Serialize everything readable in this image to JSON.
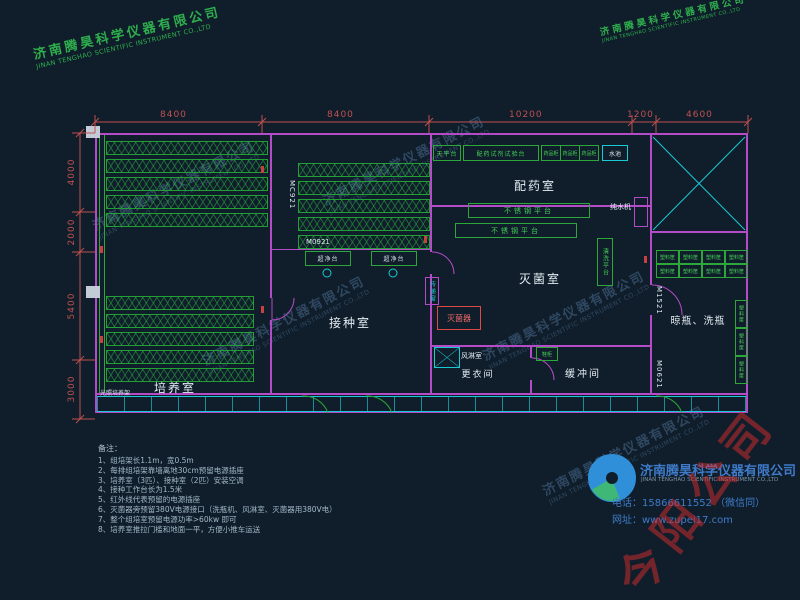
{
  "watermark": {
    "company_cn": "济南腾昊科学仪器有限公司",
    "company_en": "JINAN TENGHAO SCIENTIFIC INSTRUMENT CO.,LTD",
    "red_stamp": "今阳公司"
  },
  "dimensions": {
    "top": [
      "8400",
      "8400",
      "10200",
      "1200",
      "4600"
    ],
    "left": [
      "4000",
      "2000",
      "5400",
      "3000"
    ]
  },
  "rooms": {
    "peiyaoshi": "配药室",
    "miejunshi": "灭菌室",
    "jiezhongshi": "接种室",
    "peiyangshi": "培养室",
    "gengyijian": "更衣间",
    "huanchongjian": "缓冲间",
    "liangping": "晾瓶、洗瓶"
  },
  "equipment": {
    "tianpingtai": "天平台",
    "peiyao_bench": "配药试剂试验台",
    "yaopingui": "药品柜",
    "shuichi": "水池",
    "buxiugang_pingtai": "不锈钢平台",
    "chunshuiji": "纯水机",
    "miejunqi": "灭菌器",
    "chuandichuang": "传递窗",
    "chaojingtai": "超净台",
    "fenglinshi": "风淋室",
    "xiegui": "鞋柜",
    "qingxi_pingtai": "清洗平台",
    "suliaokuang": "塑料筐",
    "guangzhao_jia": "光照培养架"
  },
  "doors": {
    "mc921": "MC921",
    "m0921": "M0921",
    "m1521": "M1521",
    "m0621": "M0621"
  },
  "notes": {
    "title": "备注：",
    "items": [
      "1、组培架长1.1m，宽0.5m",
      "2、每排组培架靠墙离地30cm预留电源插座",
      "3、培养室（3匹）、接种室（2匹）安装空调",
      "4、接种工作台长为1.5米",
      "5、红外线代表预留的电源插座",
      "6、灭菌器旁预留380V电源接口（洗瓶机、风淋室、灭菌器用380V电）",
      "7、整个组培室预留电源功率>60kw 即可",
      "8、培养室推拉门槛和地面一平，方便小推车运送"
    ]
  },
  "footer": {
    "company": "济南腾昊科学仪器有限公司",
    "phone": "电话：15866611552 （微信同）",
    "website": "网址：www.zupei17.com"
  }
}
